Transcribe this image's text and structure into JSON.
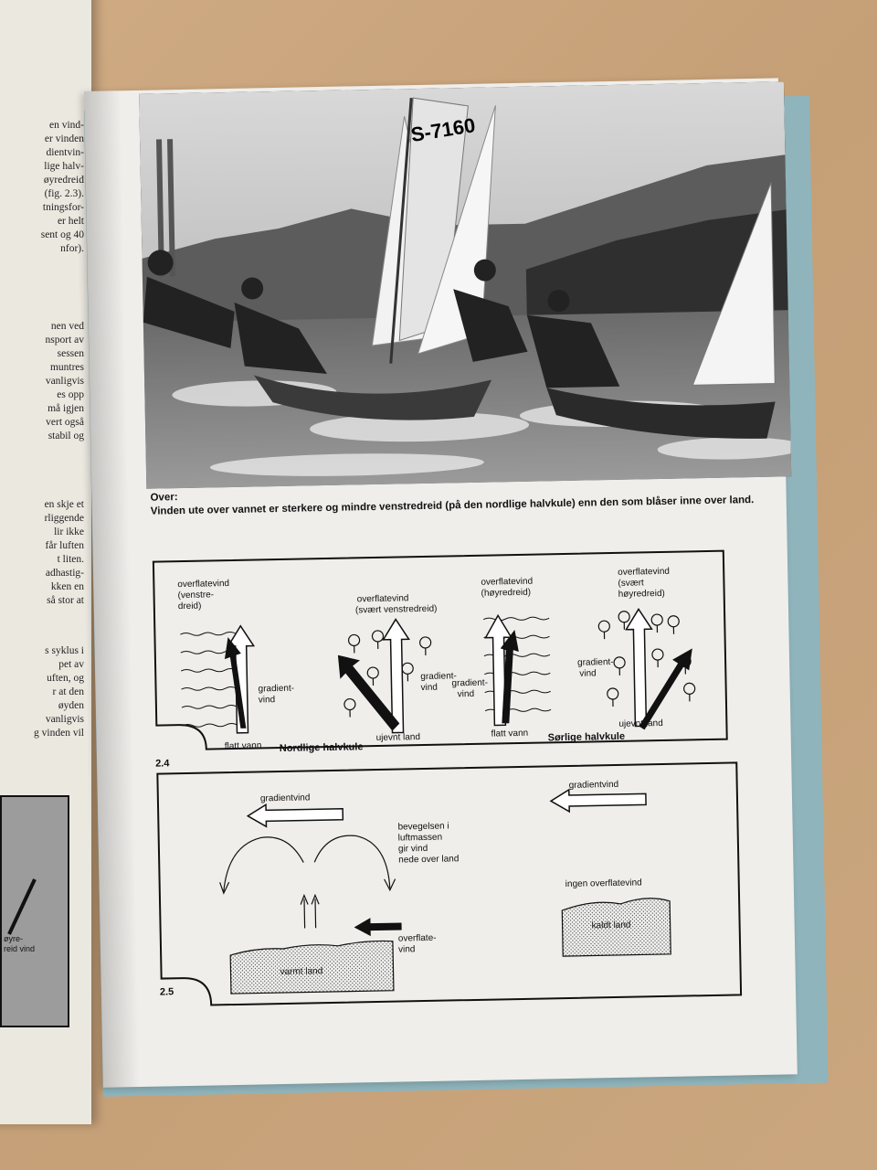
{
  "left_page": {
    "lines_top": [
      "en vind-",
      "er vinden",
      "dientvin-",
      "lige halv-",
      "øyredreid",
      "(fig. 2.3).",
      "tningsfor-",
      "er helt",
      "sent og 40",
      "nfor)."
    ],
    "lines_mid": [
      "nen ved",
      "nsport av",
      "sessen",
      "muntres",
      "vanligvis",
      "es opp",
      "må igjen",
      "vert også",
      "stabil og"
    ],
    "lines_mid2": [
      "en skje et",
      "rliggende",
      "lir ikke",
      "får luften",
      "t liten.",
      "adhastig-",
      "kken en",
      "så stor at"
    ],
    "lines_low": [
      "s syklus i",
      "pet av",
      "uften, og",
      "r at den",
      "øyden",
      "vanligvis",
      "g vinden vil"
    ],
    "figure_labels": [
      "øyre-",
      "reid vind"
    ]
  },
  "photo": {
    "sail_number": "S-7160",
    "description_label": "sailing-photo"
  },
  "caption": {
    "heading": "Over:",
    "text": "Vinden ute over vannet er sterkere og mindre venstredreid (på den nordlige halvkule) enn den som blåser inne over land."
  },
  "figure_2_4": {
    "number": "2.4",
    "panel1": {
      "surface_wind": [
        "overflatevind",
        "(venstre-",
        "dreid)"
      ],
      "gradient": [
        "gradient-",
        "vind"
      ],
      "ground": "flatt vann"
    },
    "panel2": {
      "surface_wind": [
        "overflatevind",
        "(svært venstredreid)"
      ],
      "gradient": [
        "gradient-",
        "vind"
      ],
      "ground": "ujevnt land"
    },
    "panel3": {
      "surface_wind": [
        "overflatevind",
        "(høyredreid)"
      ],
      "gradient": [
        "gradient-",
        "vind"
      ],
      "ground": "flatt vann"
    },
    "panel4": {
      "surface_wind": [
        "overflatevind",
        "(svært",
        "høyredreid)"
      ],
      "gradient": [
        "gradient-",
        "vind"
      ],
      "ground": "ujevnt land"
    },
    "hemisphere_north": "Nordlige halvkule",
    "hemisphere_south": "Sørlige halvkule"
  },
  "figure_2_5": {
    "number": "2.5",
    "gradient_left": "gradientvind",
    "gradient_right": "gradientvind",
    "movement": [
      "bevegelsen i",
      "luftmassen",
      "gir vind",
      "nede over land"
    ],
    "surface_wind": [
      "overflate-",
      "vind"
    ],
    "warm_land": "varmt land",
    "no_surface_wind": "ingen overflatevind",
    "cold_land": "kaldt land"
  }
}
